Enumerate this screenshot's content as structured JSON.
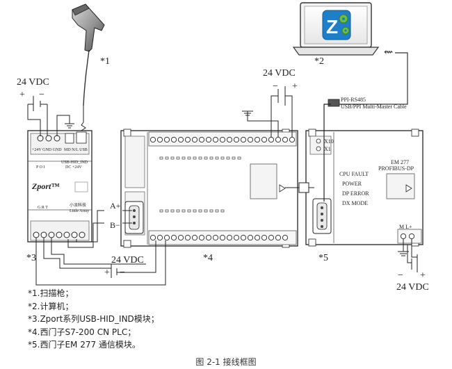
{
  "labels": {
    "scanner_marker": "*1",
    "computer_marker": "*2",
    "module_marker": "*3",
    "plc_marker": "*4",
    "em_marker": "*5",
    "vdc_module": "24 VDC",
    "vdc_plc_top": "24 VDC",
    "vdc_plc_bottom": "24 VDC",
    "vdc_em": "24 VDC",
    "plus": "+",
    "minus": "−",
    "a_plus": "A+",
    "b_minus": "B−"
  },
  "cable": {
    "line1": "PPI-RS485",
    "line2": "USB/PPI Multi-Master Cable"
  },
  "module": {
    "brand": "Zport™",
    "terminals": "+24V GND GND",
    "ports": "MD N/L   USB",
    "model": "USB-HID_IND",
    "power": "DC +24V",
    "leds_top": "P  O  I",
    "leds_bottom": "G  R  T",
    "maker_cn": "小派科技",
    "maker_en": "Little Army"
  },
  "em277": {
    "title": "EM  277",
    "subtitle": "PROFIBUS-DP",
    "x10": "X10",
    "x1": "X1",
    "status": [
      "CPU FAULT",
      "POWER",
      "DP ERROR",
      "DX MODE"
    ],
    "term": "M L+"
  },
  "computer": {
    "logo_letter": "Z",
    "usb_symbol": "⇜"
  },
  "legend": [
    "*1.扫描枪；",
    "*2.计算机；",
    "*3.Zport系列USB-HID_IND模块；",
    "*4.西门子S7-200 CN PLC；",
    "*5.西门子EM 277 通信模块。"
  ],
  "caption": "图 2-1  接线框图"
}
